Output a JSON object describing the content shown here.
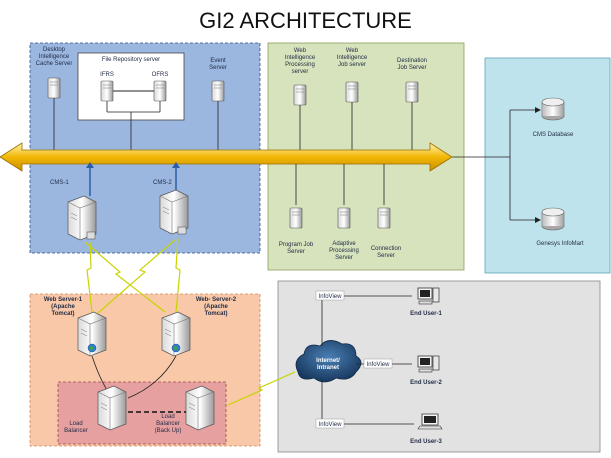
{
  "title": "GI2 ARCHITECTURE",
  "colors": {
    "blue_zone": "#9bb7e0",
    "green_zone": "#d6e3bc",
    "cyan_zone": "#bfe3ec",
    "peach_zone": "#f8c8a8",
    "red_zone": "#e6a0a0",
    "gray_zone": "#e2e2e2",
    "bus": "#f2b705",
    "link": "#2a5ea8",
    "lightning": "#c8d400"
  },
  "labels": {
    "desktop_intelligence": [
      "Desktop",
      "Intelligence",
      "Cache Server"
    ],
    "file_repository": "File Repository server",
    "ifrs": "IFRS",
    "ofrs": "OFRS",
    "event_server": [
      "Event",
      "Server"
    ],
    "wi_processing": [
      "Web",
      "Intelligence",
      "Processing",
      "server"
    ],
    "wi_job": [
      "Web",
      "Intelligence",
      "Job server"
    ],
    "destination_job": [
      "Destination",
      "Job Server"
    ],
    "cms_database": "CMS Database",
    "genesys_infomart": "Genesys InfoMart",
    "cms1": "CMS-1",
    "cms2": "CMS-2",
    "program_job": [
      "Program Job",
      "Server"
    ],
    "adaptive_processing": [
      "Adaptive",
      "Processing",
      "Server"
    ],
    "connection_server": [
      "Connection",
      "Server"
    ],
    "web_server_1": [
      "Web Server-1",
      "(Apache",
      "Tomcat)"
    ],
    "web_server_2": [
      "Web- Server-2",
      "(Apache",
      "Tomcat)"
    ],
    "load_balancer": [
      "Load",
      "Balancer"
    ],
    "load_balancer_backup": [
      "Load",
      "Balancer",
      "(Back Up)"
    ],
    "internet": [
      "Internet/",
      "Intranet"
    ],
    "infoview_1": "InfoView",
    "infoview_2": "InfoView",
    "infoview_3": "InfoView",
    "end_user_1": "End User-1",
    "end_user_2": "End User-2",
    "end_user_3": "End User-3"
  }
}
